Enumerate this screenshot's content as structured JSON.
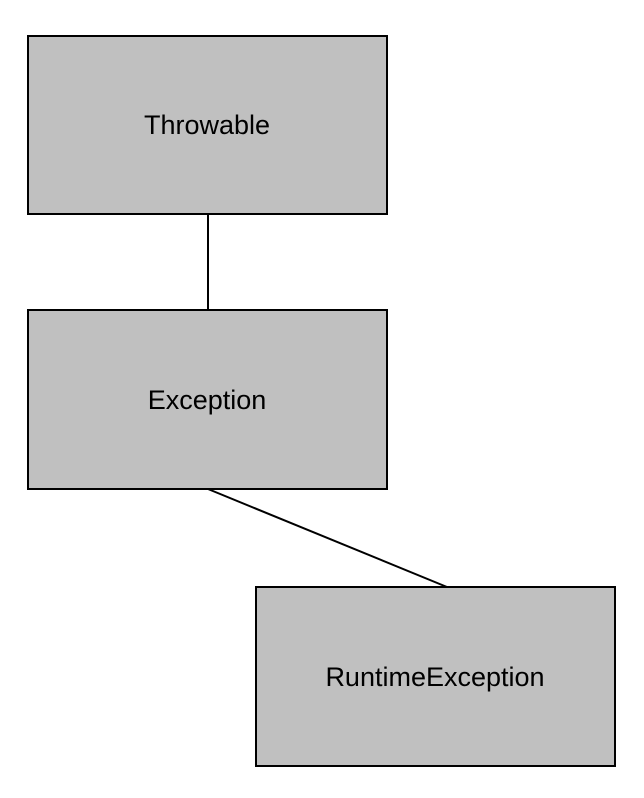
{
  "nodes": {
    "throwable": "Throwable",
    "exception": "Exception",
    "runtime_exception": "RuntimeException"
  },
  "edges": [
    {
      "from": "Throwable",
      "to": "Exception"
    },
    {
      "from": "Exception",
      "to": "RuntimeException"
    }
  ],
  "colors": {
    "box_fill": "#c0c0c0",
    "border": "#000000",
    "background": "#ffffff"
  }
}
